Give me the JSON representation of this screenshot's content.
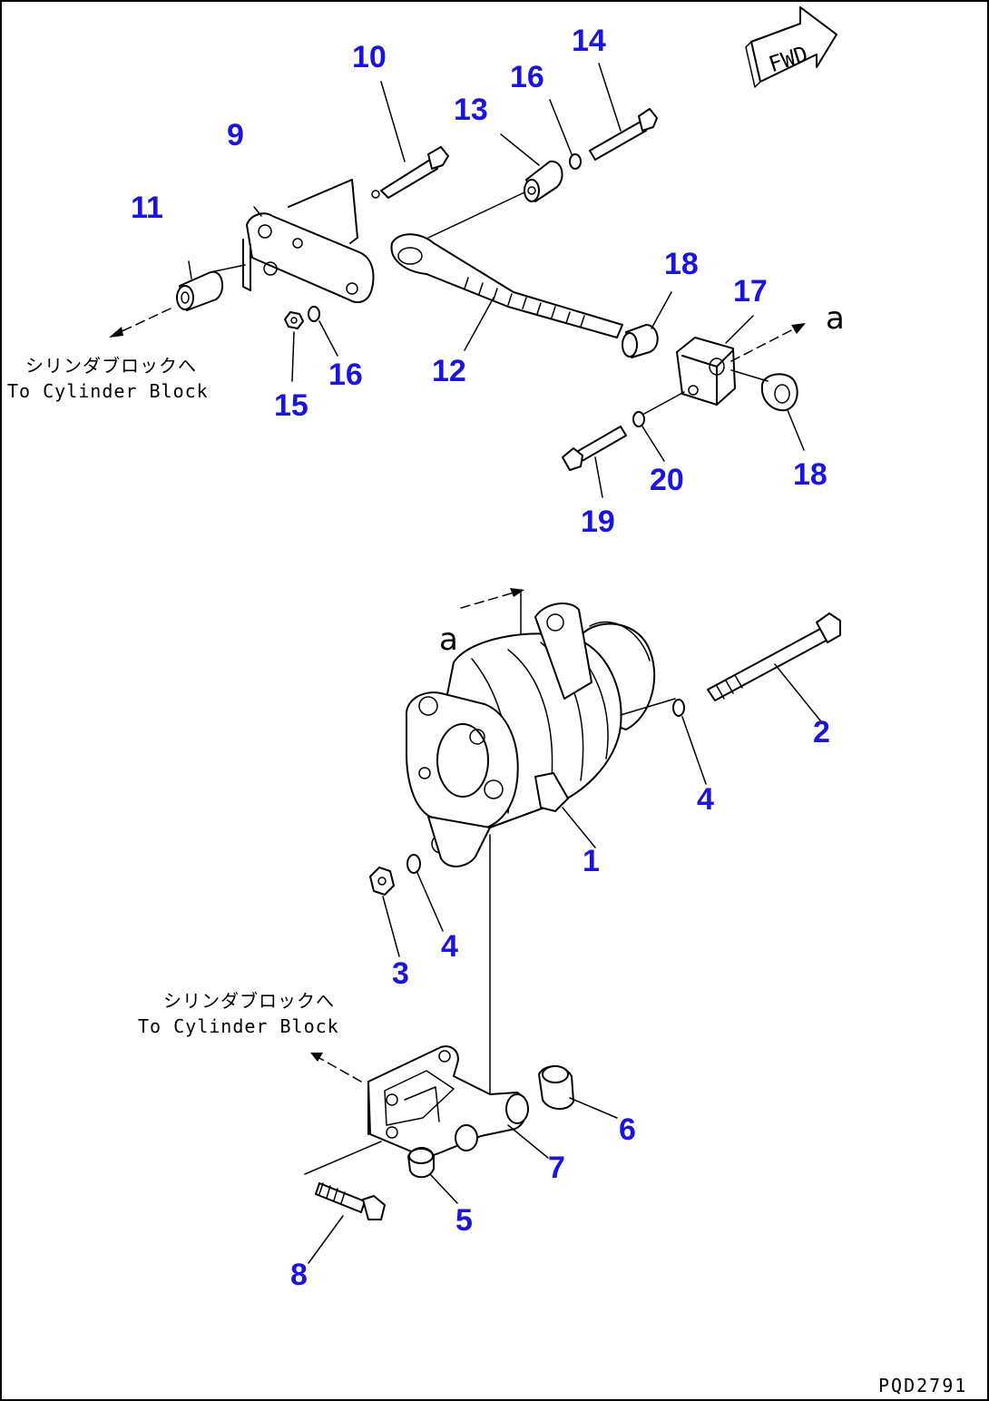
{
  "callouts": {
    "c1": "1",
    "c2": "2",
    "c3": "3",
    "c4a": "4",
    "c4b": "4",
    "c5": "5",
    "c6": "6",
    "c7": "7",
    "c8": "8",
    "c9": "9",
    "c10": "10",
    "c11": "11",
    "c12": "12",
    "c13": "13",
    "c14": "14",
    "c15": "15",
    "c16a": "16",
    "c16b": "16",
    "c17": "17",
    "c18a": "18",
    "c18b": "18",
    "c19": "19",
    "c20": "20"
  },
  "notes": {
    "upper_jp": "シリンダブロックへ",
    "upper_en": "To Cylinder Block",
    "lower_jp": "シリンダブロックへ",
    "lower_en": "To Cylinder Block"
  },
  "refs": {
    "a_top": "a",
    "a_mid": "a"
  },
  "fwd": "FWD",
  "drawing_code": "PQD2791",
  "colors": {
    "callout": "#1a14e0",
    "line": "#000000"
  }
}
